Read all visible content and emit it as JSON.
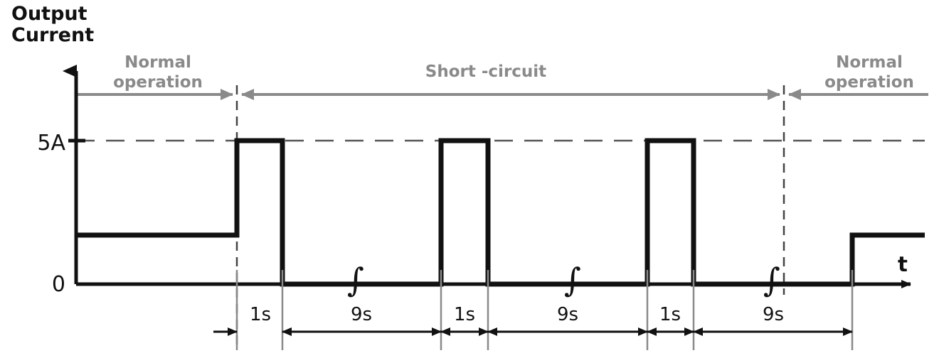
{
  "title": {
    "line1": "Output",
    "line2": "Current"
  },
  "axes": {
    "y_label_high": "5A",
    "y_label_zero": "0",
    "x_label": "t"
  },
  "phases": [
    {
      "name": "normal-left",
      "label_line1": "Normal",
      "label_line2": "operation"
    },
    {
      "name": "short-circuit",
      "label_line1": "Short -circuit",
      "label_line2": ""
    },
    {
      "name": "normal-right",
      "label_line1": "Normal",
      "label_line2": "operation"
    }
  ],
  "time_segments": [
    {
      "label": "1s"
    },
    {
      "label": "9s"
    },
    {
      "label": "1s"
    },
    {
      "label": "9s"
    },
    {
      "label": "1s"
    },
    {
      "label": "9s"
    }
  ],
  "colors": {
    "waveform": "#111111",
    "phase_bar": "#8a8a8a",
    "grid_dash": "#555555",
    "axis": "#111111",
    "background": "#ffffff"
  },
  "chart_data": {
    "type": "line",
    "title": "Output Current",
    "xlabel": "t",
    "ylabel": "Output Current",
    "ylim": [
      0,
      6.2
    ],
    "ytick_values": [
      0,
      5
    ],
    "ytick_labels": [
      "0",
      "5A"
    ],
    "grid": "dashed horizontal at 5A",
    "legend": "none",
    "annotations": [
      "Normal operation",
      "Short -circuit",
      "Normal operation",
      "1s",
      "9s",
      "1s",
      "9s",
      "1s",
      "9s"
    ],
    "series": [
      {
        "name": "Output current",
        "description": "Normal load current, then short-circuit hiccup: 1s at 5A followed by 9s at 0A, repeated 3 times, then return to normal operation",
        "points": [
          {
            "t": 0,
            "i": 1.8
          },
          {
            "t": 10,
            "i": 1.8
          },
          {
            "t": 10,
            "i": 5.0
          },
          {
            "t": 11,
            "i": 5.0
          },
          {
            "t": 11,
            "i": 0.0
          },
          {
            "t": 20,
            "i": 0.0
          },
          {
            "t": 20,
            "i": 5.0
          },
          {
            "t": 21,
            "i": 5.0
          },
          {
            "t": 21,
            "i": 0.0
          },
          {
            "t": 30,
            "i": 0.0
          },
          {
            "t": 30,
            "i": 5.0
          },
          {
            "t": 31,
            "i": 5.0
          },
          {
            "t": 31,
            "i": 0.0
          },
          {
            "t": 40,
            "i": 0.0
          },
          {
            "t": 40,
            "i": 1.8
          },
          {
            "t": 44,
            "i": 1.8
          }
        ]
      }
    ],
    "levels": {
      "normal_operation_current": 1.8,
      "short_circuit_peak_current": 5.0,
      "off_current": 0.0
    },
    "timing": {
      "on_time_s": 1,
      "off_time_s": 9,
      "cycles": 3
    }
  }
}
